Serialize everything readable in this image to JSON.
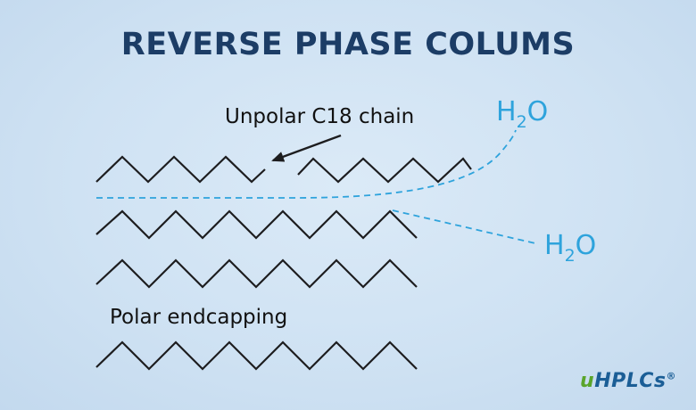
{
  "title": "REVERSE PHASE COLUMS",
  "labels": {
    "chain": "Unpolar C18 chain",
    "endcapping": "Polar endcapping"
  },
  "water": {
    "main": "H",
    "sub": "2",
    "end": "O"
  },
  "brand": {
    "first": "u",
    "rest": "HPLCs",
    "mark": "®"
  },
  "colors": {
    "title": "#1c3d66",
    "water": "#2ea3dc",
    "chain": "#1d1d1f",
    "brand_green": "#5aa52b",
    "brand_blue": "#1b5e96"
  }
}
